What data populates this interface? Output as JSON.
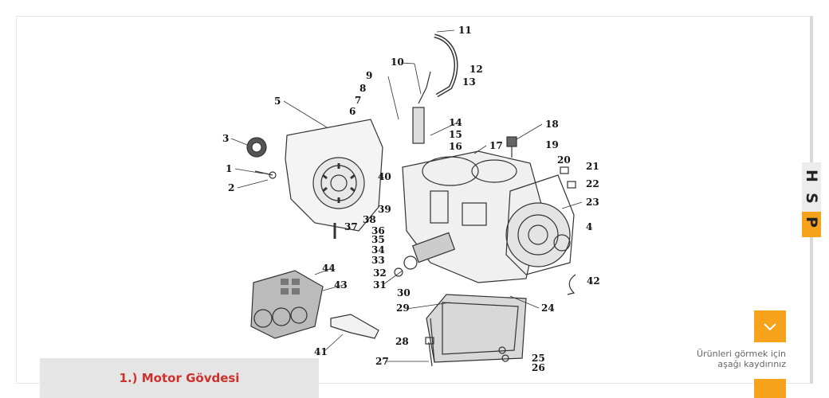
{
  "part_title": "1.) Motor Gövdesi",
  "side_logo": {
    "letters": [
      "H",
      "S",
      "P"
    ]
  },
  "scroll_hint": {
    "line1": "Ürünleri görmek için",
    "line2": "aşağı kaydırınız"
  },
  "callouts": [
    "1",
    "2",
    "3",
    "4",
    "5",
    "6",
    "7",
    "8",
    "9",
    "10",
    "11",
    "12",
    "13",
    "14",
    "15",
    "16",
    "17",
    "18",
    "19",
    "20",
    "21",
    "22",
    "23",
    "24",
    "25",
    "26",
    "27",
    "28",
    "29",
    "30",
    "31",
    "32",
    "33",
    "34",
    "35",
    "36",
    "37",
    "38",
    "39",
    "40",
    "41",
    "42",
    "43",
    "44"
  ],
  "icons": {
    "scroll": "chevron-down-icon"
  },
  "colors": {
    "accent": "#f7a21b",
    "title": "#d0302b"
  }
}
